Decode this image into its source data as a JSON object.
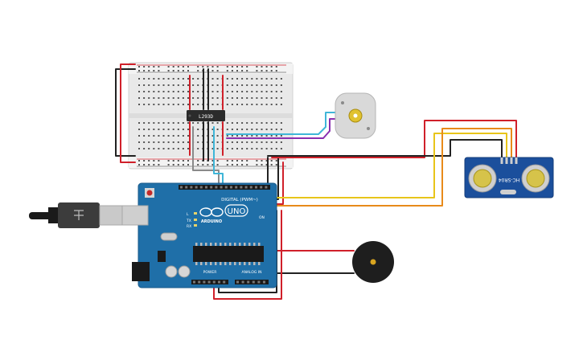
{
  "components": {
    "driver_chip": {
      "label": "L293D"
    },
    "arduino": {
      "model_label": "UNO",
      "brand_label": "ARDUINO",
      "digital_label": "DIGITAL (PWM~)",
      "power_label": "POWER",
      "analog_label": "ANALOG IN",
      "tx_label": "TX",
      "rx_label": "RX",
      "l_label": "L",
      "on_label": "ON"
    },
    "sensor": {
      "label": "HC-SR04"
    }
  },
  "colors": {
    "wire_red": "#d0202a",
    "wire_black": "#222222",
    "wire_yellow": "#e8c51a",
    "wire_orange": "#e88a1a",
    "wire_cyan": "#3fb6d8",
    "wire_purple": "#8a2fb0",
    "wire_gray": "#8a8a8a",
    "board_blue": "#1f6fa8",
    "sensor_blue": "#1b4f9c",
    "breadboard": "#ececec"
  }
}
